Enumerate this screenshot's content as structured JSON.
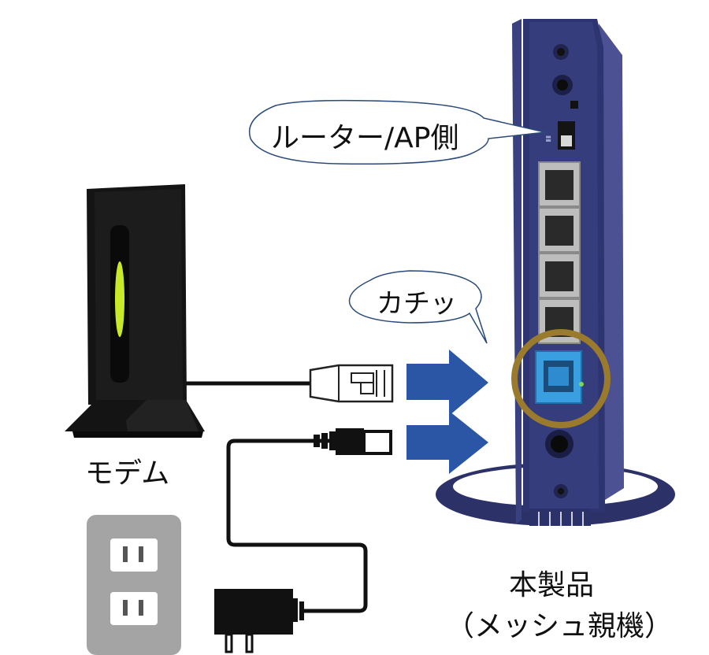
{
  "labels": {
    "router_ap_side": "ルーター/AP側",
    "click_sound": "カチッ",
    "modem": "モデム",
    "product_name": "本製品",
    "product_subtitle": "（メッシュ親機）"
  },
  "colors": {
    "router_body": "#2e3470",
    "router_edge": "#1e2350",
    "arrow_blue": "#2a56a5",
    "highlight_ring": "#9a7a2c",
    "lan_port_blue": "#3a9fe0",
    "modem_black": "#141414",
    "modem_led": "#c8e82a",
    "outlet_gray": "#a4a4a4",
    "cable_black": "#111111"
  },
  "icons": {
    "modem": "modem-icon",
    "router": "router-icon",
    "lan_cable": "lan-cable-plug-icon",
    "power_plug": "dc-power-plug-icon",
    "ac_adapter": "ac-adapter-icon",
    "outlet": "wall-outlet-icon"
  }
}
